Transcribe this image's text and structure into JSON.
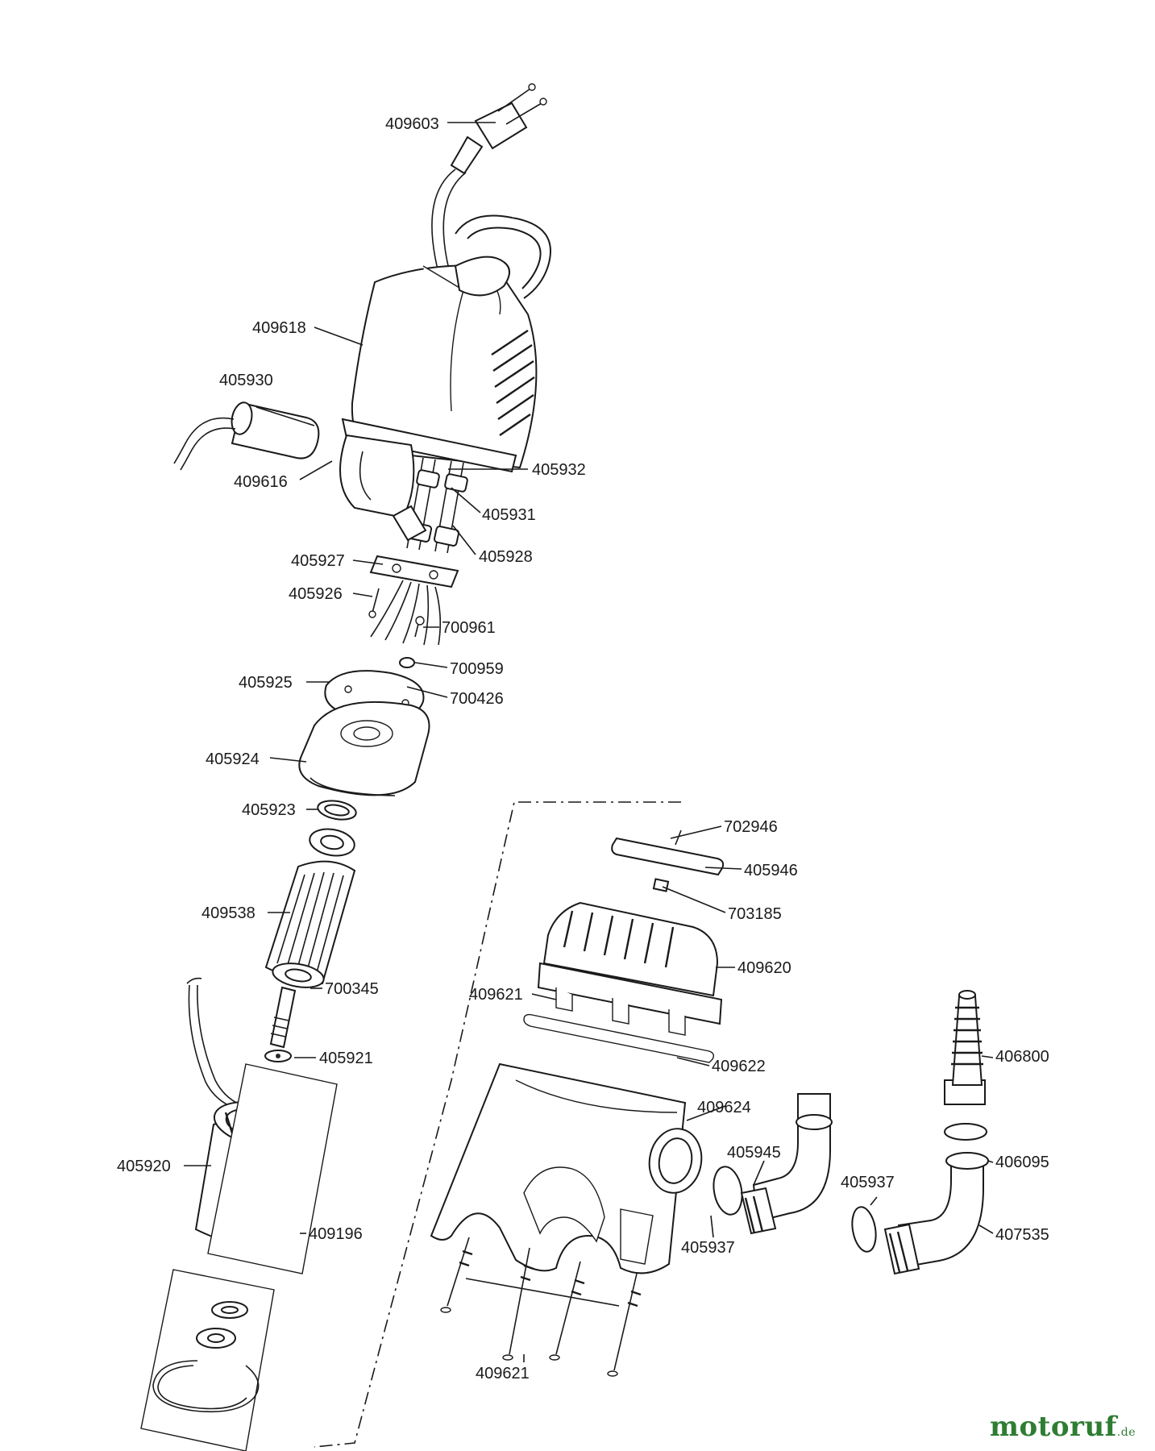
{
  "parts": [
    {
      "id": "p409603",
      "number": "409603"
    },
    {
      "id": "p409618",
      "number": "409618"
    },
    {
      "id": "p405930",
      "number": "405930"
    },
    {
      "id": "p409616",
      "number": "409616"
    },
    {
      "id": "p405932",
      "number": "405932"
    },
    {
      "id": "p405931",
      "number": "405931"
    },
    {
      "id": "p405927",
      "number": "405927"
    },
    {
      "id": "p405928",
      "number": "405928"
    },
    {
      "id": "p405926",
      "number": "405926"
    },
    {
      "id": "p700961",
      "number": "700961"
    },
    {
      "id": "p700959",
      "number": "700959"
    },
    {
      "id": "p405925",
      "number": "405925"
    },
    {
      "id": "p700426",
      "number": "700426"
    },
    {
      "id": "p405924",
      "number": "405924"
    },
    {
      "id": "p405923",
      "number": "405923"
    },
    {
      "id": "p702946",
      "number": "702946"
    },
    {
      "id": "p405946",
      "number": "405946"
    },
    {
      "id": "p409538",
      "number": "409538"
    },
    {
      "id": "p703185",
      "number": "703185"
    },
    {
      "id": "p409620",
      "number": "409620"
    },
    {
      "id": "p700345",
      "number": "700345"
    },
    {
      "id": "p409621a",
      "number": "409621"
    },
    {
      "id": "p405921",
      "number": "405921"
    },
    {
      "id": "p409622",
      "number": "409622"
    },
    {
      "id": "p406800",
      "number": "406800"
    },
    {
      "id": "p409624",
      "number": "409624"
    },
    {
      "id": "p405920",
      "number": "405920"
    },
    {
      "id": "p405945",
      "number": "405945"
    },
    {
      "id": "p406095",
      "number": "406095"
    },
    {
      "id": "p405937a",
      "number": "405937"
    },
    {
      "id": "p409196",
      "number": "409196"
    },
    {
      "id": "p405937b",
      "number": "405937"
    },
    {
      "id": "p407535",
      "number": "407535"
    },
    {
      "id": "p409621b",
      "number": "409621"
    }
  ],
  "watermark": {
    "brand": "motoruf",
    "suffix": ".de"
  }
}
